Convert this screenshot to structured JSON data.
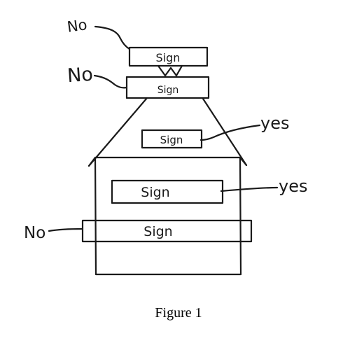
{
  "figure": {
    "caption": "Figure 1",
    "sign_text": "Sign",
    "labels": {
      "top_sign": "No",
      "second_sign": "No",
      "roof_sign": "yes",
      "wall_sign": "yes",
      "wide_sign": "No"
    },
    "ink_color": "#1a1a1a"
  }
}
